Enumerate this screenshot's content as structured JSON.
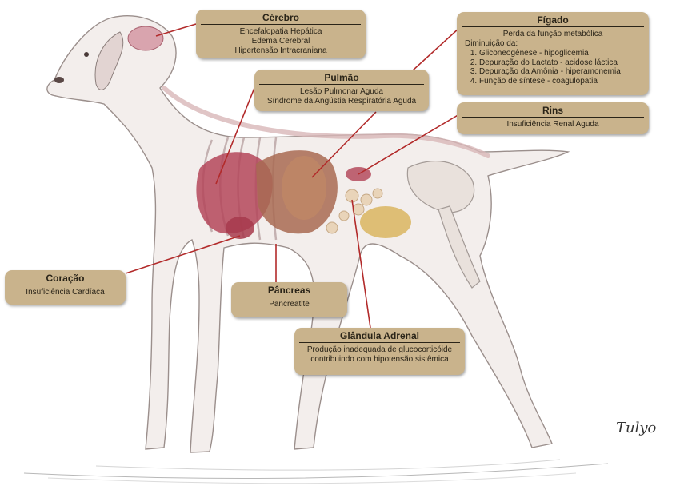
{
  "colors": {
    "box_fill": "#c9b38c",
    "box_text": "#2a2418",
    "connector": "#b22a2a",
    "organ_red": "#b4475a",
    "organ_brown": "#a86a52",
    "bone": "#e9e1dc",
    "fat_yellow": "#d9b560"
  },
  "labels": {
    "cerebro": {
      "title": "Cérebro",
      "lines": [
        "Encefalopatia Hepática",
        "Edema Cerebral",
        "Hipertensão Intracraniana"
      ]
    },
    "figado": {
      "title": "Fígado",
      "lead": "Perda da função metabólica",
      "sub": "Diminuição da:",
      "items": [
        "Gliconeogênese - hipoglicemia",
        "Depuração do Lactato - acidose láctica",
        "Depuração da Amônia - hiperamonemia",
        "Função de síntese - coagulopatia"
      ]
    },
    "pulmao": {
      "title": "Pulmão",
      "lines": [
        "Lesão Pulmonar Aguda",
        "Síndrome da Angústia Respiratória Aguda"
      ]
    },
    "rins": {
      "title": "Rins",
      "lines": [
        "Insuficiência Renal Aguda"
      ]
    },
    "coracao": {
      "title": "Coração",
      "lines": [
        "Insuficiência Cardíaca"
      ]
    },
    "pancreas": {
      "title": "Pâncreas",
      "lines": [
        "Pancreatite"
      ]
    },
    "adrenal": {
      "title": "Glândula Adrenal",
      "lines": [
        "Produção inadequada de glucocorticóide",
        "contribuindo com hipotensão sistêmica"
      ]
    }
  },
  "signature": "Tulyo"
}
